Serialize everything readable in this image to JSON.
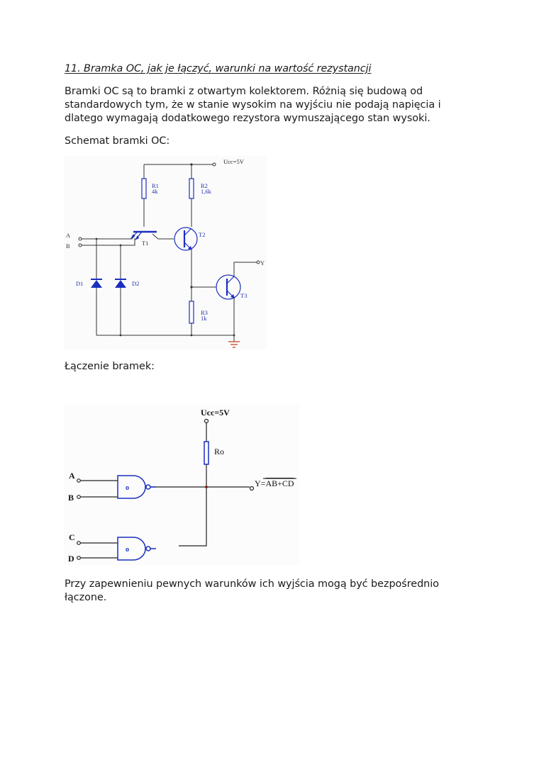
{
  "heading": "11. Bramka OC, jak je łączyć, warunki na wartość rezystancji",
  "paragraphs": {
    "intro_lines": [
      "Bramki OC są to bramki z otwartym kolektorem. Różnią się budową od",
      "standardowych tym, że w stanie wysokim na wyjściu nie podają napięcia i",
      "dlatego wymagają dodatkowego rezystora wymuszającego stan wysoki."
    ],
    "schematic_caption": "Schemat bramki OC:",
    "connection_caption": "Łączenie bramek:",
    "conclusion_lines": [
      "Przy zapewnieniu pewnych warunków ich wyjścia mogą być bezpośrednio",
      "łączone."
    ]
  },
  "schematic_oc": {
    "supply_label": "Ucc=5V",
    "inputs": [
      "A",
      "B"
    ],
    "output": "Y",
    "components": {
      "R1": {
        "name": "R1",
        "value": "4k"
      },
      "R2": {
        "name": "R2",
        "value": "1,6k"
      },
      "R3": {
        "name": "R3",
        "value": "1k"
      },
      "T1": "T1",
      "T2": "T2",
      "T3": "T3",
      "D1": "D1",
      "D2": "D2"
    },
    "colors": {
      "wire": "#333333",
      "component": "#1a2fc0"
    }
  },
  "gate_connection": {
    "supply_label": "Ucc=5V",
    "resistor_label": "Ro",
    "inputs": [
      "A",
      "B",
      "C",
      "D"
    ],
    "output_prefix": "Y=",
    "output_expression": "AB+CD",
    "gate_symbol": "o",
    "colors": {
      "wire": "#222222",
      "gate": "#1a2fc0"
    }
  }
}
